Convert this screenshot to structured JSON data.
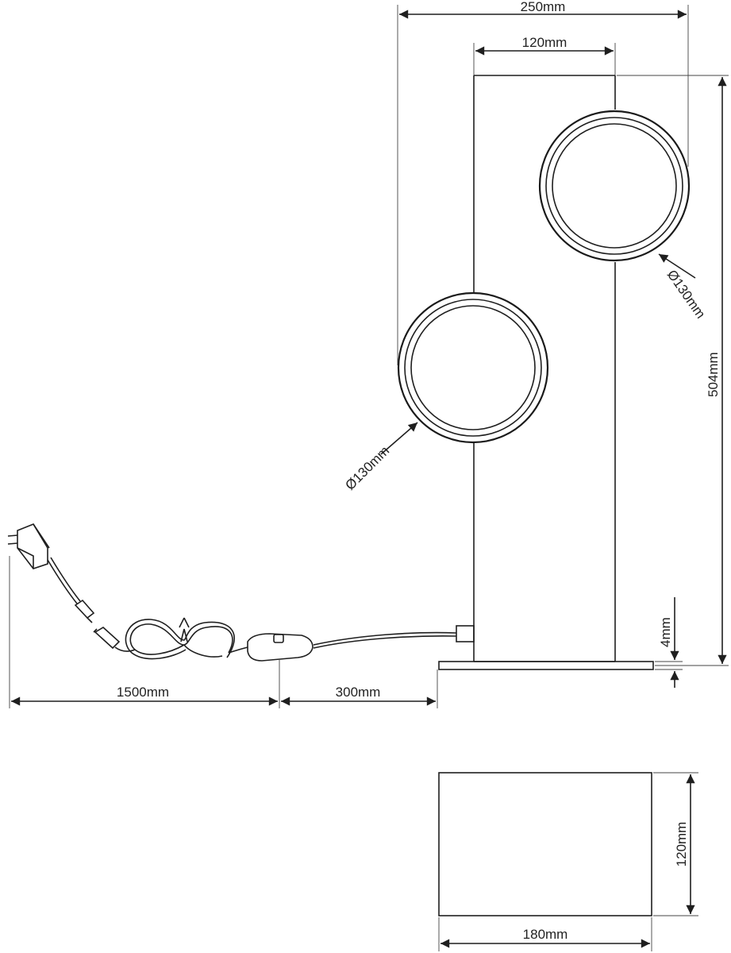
{
  "diagram": {
    "dimensions": {
      "total_width": "250mm",
      "column_width": "120mm",
      "height": "504mm",
      "ring_upper_diameter": "Ø130mm",
      "ring_lower_diameter": "Ø130mm",
      "base_thickness": "4mm",
      "cable_length": "1500mm",
      "switch_distance": "300mm",
      "base_depth": "120mm",
      "base_width": "180mm"
    },
    "parts": {
      "lamp": "lamp-front-view",
      "ring_upper": "ring-light",
      "ring_lower": "ring-light",
      "base": "base-plate",
      "switch": "inline-switch",
      "adapter": "power-adapter",
      "connector": "dc-connector",
      "base_top_view": "base-top-view"
    },
    "colors": {
      "line": "#1f1f1f",
      "background": "#ffffff"
    }
  }
}
